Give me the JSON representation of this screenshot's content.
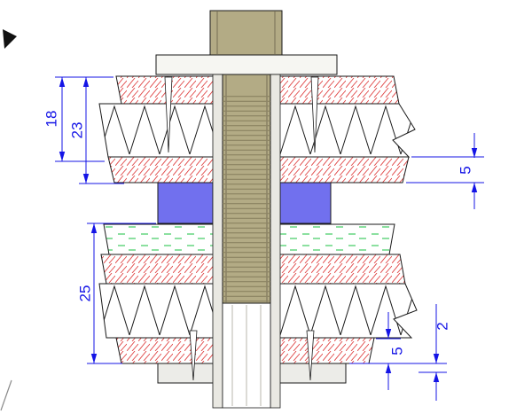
{
  "drawing": {
    "dims": {
      "d18": "18",
      "d23": "23",
      "d25": "25",
      "d5_upper": "5",
      "d5_lower": "5",
      "d2": "2"
    },
    "colors": {
      "dim": "#1414e6",
      "outline": "#1a1a1a",
      "bolt": "#b3ab85",
      "bolt_shadow": "#8c8467",
      "spacer": "#7170ee",
      "hatch_red": "#e04444",
      "hatch_green": "#4fd06e",
      "sleeve": "#e9e8e2",
      "plate": "#ecece8",
      "background": "#ffffff"
    }
  }
}
